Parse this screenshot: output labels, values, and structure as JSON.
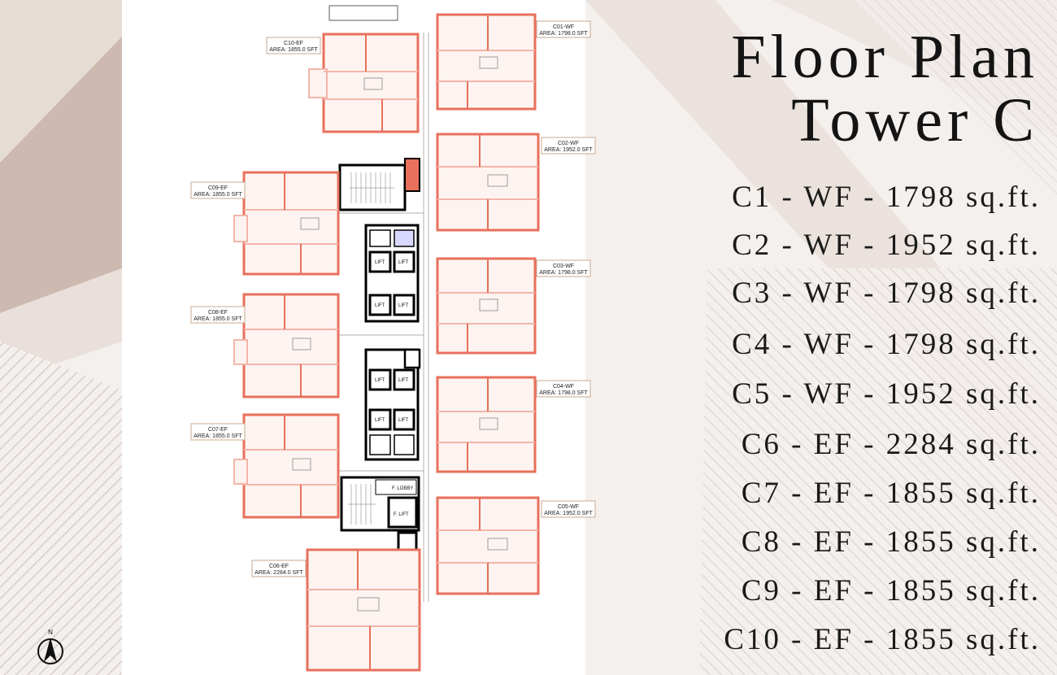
{
  "title": {
    "line1": "Floor Plan",
    "line2": "Tower C"
  },
  "units": [
    {
      "text": "C1 - WF - 1798 sq.ft."
    },
    {
      "text": "C2 - WF - 1952 sq.ft."
    },
    {
      "text": "C3 - WF - 1798 sq.ft."
    },
    {
      "text": "C4 - WF - 1798 sq.ft."
    },
    {
      "text": "C5 - WF - 1952 sq.ft."
    },
    {
      "text": "C6 - EF - 2284 sq.ft."
    },
    {
      "text": "C7 - EF - 1855 sq.ft."
    },
    {
      "text": "C8 - EF - 1855 sq.ft."
    },
    {
      "text": "C9 - EF - 1855 sq.ft."
    },
    {
      "text": "C10 - EF - 1855 sq.ft."
    }
  ],
  "plan_labels": {
    "c01": {
      "name": "C01-WF",
      "area": "AREA: 1798.0 SFT"
    },
    "c02": {
      "name": "C02-WF",
      "area": "AREA: 1952.0 SFT"
    },
    "c03": {
      "name": "C03-WF",
      "area": "AREA: 1798.0 SFT"
    },
    "c04": {
      "name": "C04-WF",
      "area": "AREA: 1798.0 SFT"
    },
    "c05": {
      "name": "C05-WF",
      "area": "AREA: 1952.0 SFT"
    },
    "c06": {
      "name": "C06-EF",
      "area": "AREA: 2284.0 SFT"
    },
    "c07": {
      "name": "C07-EF",
      "area": "AREA: 1855.0 SFT"
    },
    "c08": {
      "name": "C08-EF",
      "area": "AREA: 1855.0 SFT"
    },
    "c09": {
      "name": "C09-EF",
      "area": "AREA: 1855.0 SFT"
    },
    "c10": {
      "name": "C10-EF",
      "area": "AREA: 1855.0 SFT"
    }
  },
  "core": {
    "lift": "LIFT",
    "f_lobby": "F. LOBBY",
    "f_lift": "F. LIFT"
  },
  "compass": {
    "letter": "N"
  },
  "colors": {
    "background": "#f4f0ee",
    "plan_paper": "#ffffff",
    "wall_red": "#e8705c",
    "wall_pink": "#f3b5a8",
    "band_taupe": "#cdb9b0",
    "band_light": "#e6dcd6",
    "stripe": "#d8cdc7",
    "text": "#141414"
  }
}
